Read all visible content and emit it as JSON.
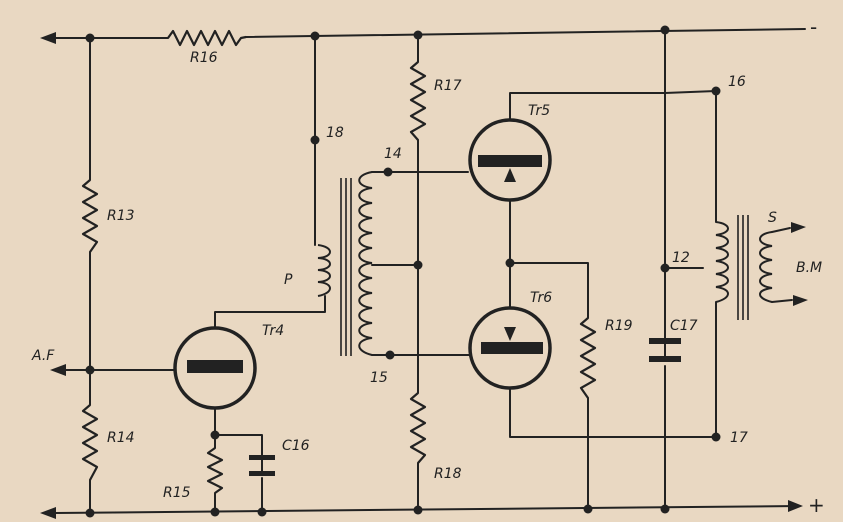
{
  "labels": {
    "r13": "R13",
    "r14": "R14",
    "r15": "R15",
    "r16": "R16",
    "r17": "R17",
    "r18": "R18",
    "r19": "R19",
    "c16": "C16",
    "c17": "C17",
    "tr4": "Tr4",
    "tr5": "Tr5",
    "tr6": "Tr6",
    "p": "P",
    "s": "S",
    "af": "A.F",
    "bm": "B.M",
    "minus": "-",
    "plus": "+",
    "n12": "12",
    "n14": "14",
    "n15": "15",
    "n16": "16",
    "n17": "17",
    "n18": "18"
  },
  "colors": {
    "ink": "#222222",
    "paper": "#e9d8c2"
  }
}
